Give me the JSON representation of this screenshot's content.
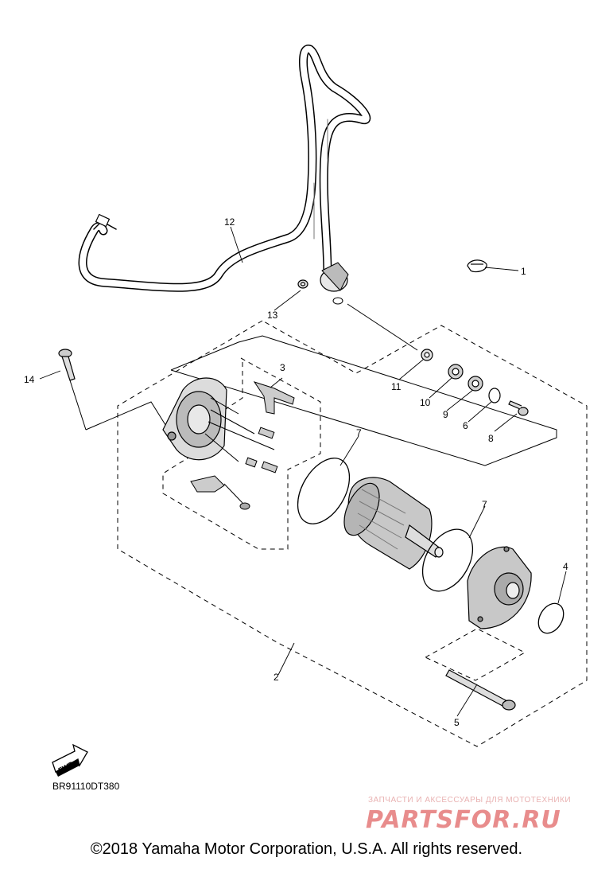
{
  "diagram": {
    "callouts": [
      "1",
      "2",
      "3",
      "4",
      "5",
      "6",
      "7",
      "7",
      "8",
      "9",
      "10",
      "11",
      "12",
      "13",
      "14"
    ],
    "fwd_label": "FWD",
    "diagram_code": "BR91110DT380"
  },
  "watermark": {
    "tagline": "ЗАПЧАСТИ И АКСЕССУАРЫ ДЛЯ МОТОТЕХНИКИ",
    "logo": "PARTSFOR.RU",
    "color": "#e06666"
  },
  "footer": {
    "copyright": "©2018 Yamaha Motor Corporation, U.S.A. All rights reserved."
  }
}
